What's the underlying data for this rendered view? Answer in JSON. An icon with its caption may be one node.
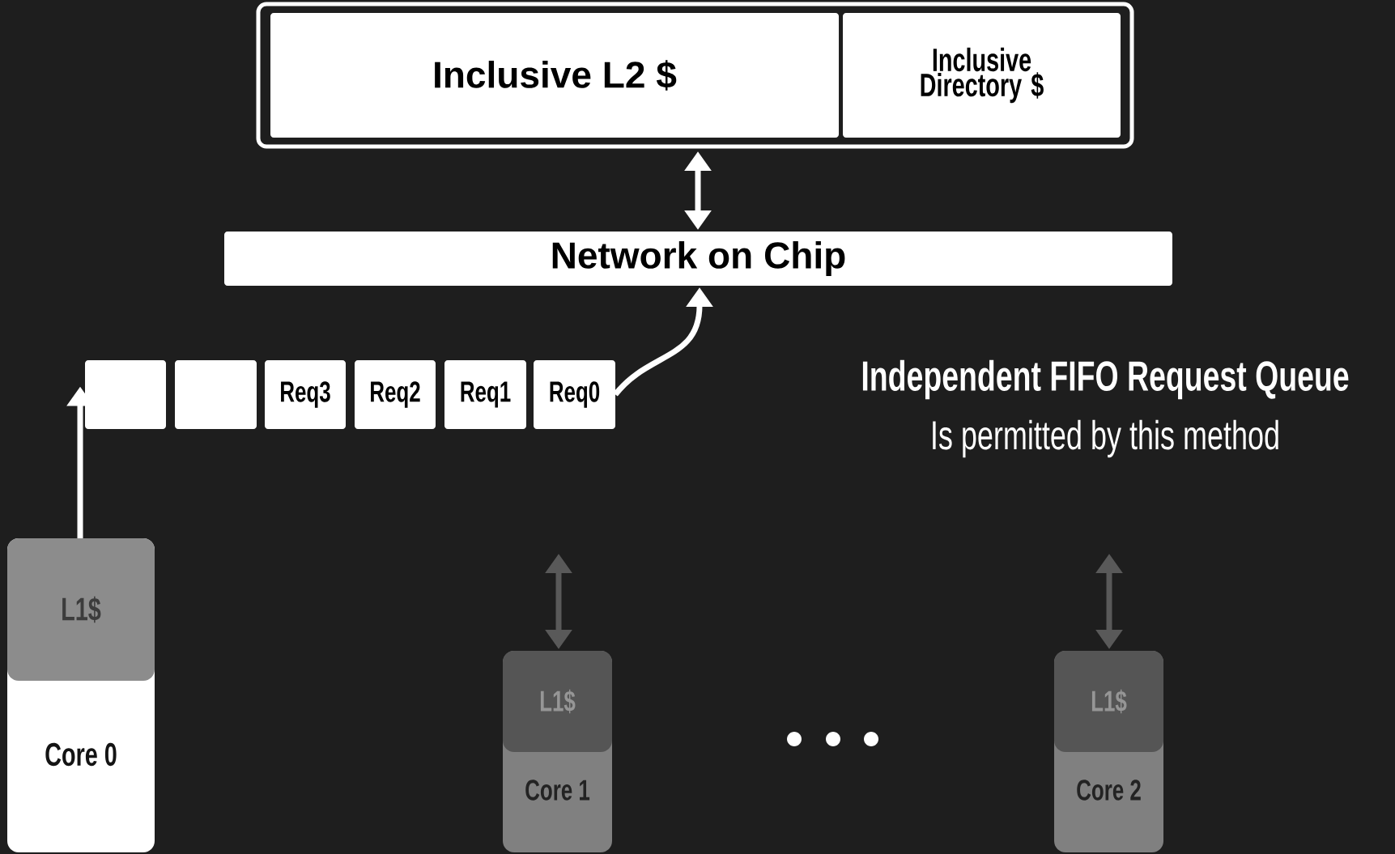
{
  "diagram": {
    "nodes": [
      {
        "text": [],
        "shape": "box"
      },
      {
        "text": [
          "Inclusive L2 $"
        ],
        "in": 0
      },
      {
        "text": [
          "Inclusive Directory $"
        ],
        "in": 0
      },
      {
        "text": [
          "Network on Chip"
        ]
      },
      {
        "text": [],
        "shape": "box"
      },
      {
        "text": [],
        "shape": "box"
      },
      {
        "text": [
          "Req3"
        ]
      },
      {
        "text": [
          "Req2"
        ]
      },
      {
        "text": [
          "Req1"
        ]
      },
      {
        "text": [
          "Req0"
        ]
      },
      {
        "text": [
          "L1$",
          "Core 0"
        ]
      },
      {
        "text": [
          "L1$",
          "Core 1"
        ]
      },
      {
        "text": [
          "L1$",
          "Core 2"
        ]
      }
    ],
    "edges": [
      {
        "from": 0,
        "to": 3,
        "arrow": "both"
      },
      {
        "from": 9,
        "to": 3,
        "arrow": "to"
      },
      {
        "from": 10,
        "to": 4,
        "arrow": "to"
      },
      {
        "from": null,
        "to": 11,
        "arrow": "both",
        "color": "#595959"
      },
      {
        "from": null,
        "to": 12,
        "arrow": "both",
        "color": "#595959"
      }
    ],
    "labels": [
      "Independent FIFO Request Queue",
      "Is permitted by this method"
    ]
  }
}
